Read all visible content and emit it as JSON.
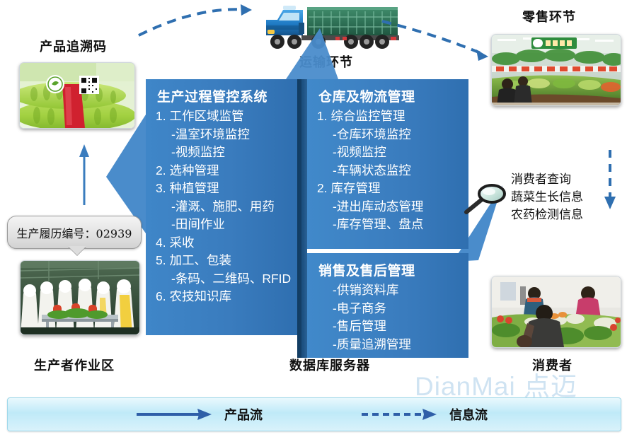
{
  "diagram": {
    "watermark": "DianMai 点迈",
    "accent_blue": "#3a7cbe",
    "spine_blue": "#1d5182",
    "legend_bg": "#bfeaf8"
  },
  "labels": {
    "trace_code": "产品追溯码",
    "transport": "运输环节",
    "retail": "零售环节",
    "producer_area": "生产者作业区",
    "database_server": "数据库服务器",
    "consumer": "消费者"
  },
  "record_badge": {
    "text": "生产履历编号：02939"
  },
  "consumer_query": {
    "line1": "消费者查询",
    "line2": "蔬菜生长信息",
    "line3": "农药检测信息",
    "icon": "magnifier-icon"
  },
  "panels": {
    "production": {
      "title": "生产过程管控系统",
      "items": [
        {
          "text": "1. 工作区域监管",
          "level": "num"
        },
        {
          "text": "-温室环境监控",
          "level": "sub"
        },
        {
          "text": "-视频监控",
          "level": "sub"
        },
        {
          "text": "2. 选种管理",
          "level": "num"
        },
        {
          "text": "3. 种植管理",
          "level": "num"
        },
        {
          "text": "-灌溉、施肥、用药",
          "level": "sub"
        },
        {
          "text": "-田间作业",
          "level": "sub"
        },
        {
          "text": "4. 采收",
          "level": "num"
        },
        {
          "text": "5. 加工、包装",
          "level": "num"
        },
        {
          "text": "-条码、二维码、RFID",
          "level": "sub"
        },
        {
          "text": "6. 农技知识库",
          "level": "num"
        }
      ]
    },
    "warehouse": {
      "title": "仓库及物流管理",
      "items": [
        {
          "text": "1. 综合监控管理",
          "level": "num"
        },
        {
          "text": "-仓库环境监控",
          "level": "sub"
        },
        {
          "text": "-视频监控",
          "level": "sub"
        },
        {
          "text": "-车辆状态监控",
          "level": "sub"
        },
        {
          "text": "2. 库存管理",
          "level": "num"
        },
        {
          "text": "-进出库动态管理",
          "level": "sub"
        },
        {
          "text": "-库存管理、盘点",
          "level": "sub"
        }
      ]
    },
    "sales": {
      "title": "销售及售后管理",
      "items": [
        {
          "text": "-供销资料库",
          "level": "sub"
        },
        {
          "text": "-电子商务",
          "level": "sub"
        },
        {
          "text": "-售后管理",
          "level": "sub"
        },
        {
          "text": "-质量追溯管理",
          "level": "sub"
        }
      ]
    }
  },
  "legend": {
    "product_flow": "产品流",
    "info_flow": "信息流"
  },
  "photos": {
    "bitter_gourd": "bitter-gourd-traceability-photo",
    "truck": "delivery-truck-photo",
    "supermarket": "supermarket-produce-photo",
    "workers": "producer-processing-photo",
    "market": "consumer-market-photo",
    "supermarket_sign": "无公害蔬菜"
  }
}
